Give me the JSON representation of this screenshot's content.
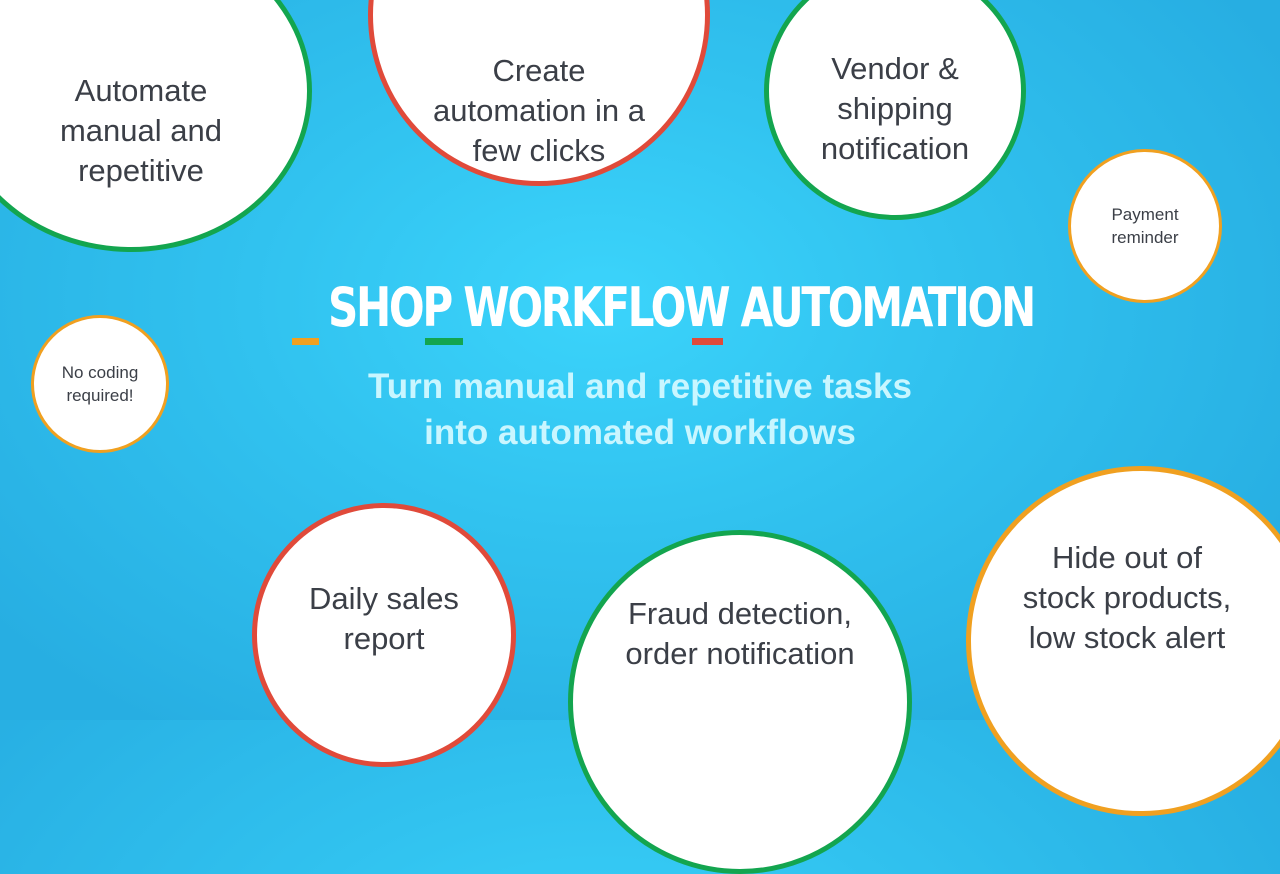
{
  "colors": {
    "green": "#13a54f",
    "red": "#e04a3a",
    "orange": "#f0a020",
    "text": "#3b3f47",
    "subtitle": "#c9f6ff",
    "background": "#31c2ef"
  },
  "header": {
    "title": "SHOP WORKFLOW AUTOMATION",
    "subtitle_line1": "Turn manual and repetitive tasks",
    "subtitle_line2": "into automated workflows"
  },
  "bubbles": {
    "automate": "Automate\nmanual and\nrepetitive",
    "create": "Create\nautomation in a\nfew clicks",
    "vendor": "Vendor &\nshipping\nnotification",
    "payment": "Payment\nreminder",
    "no_coding": "No coding\nrequired!",
    "daily_sales": "Daily sales\nreport",
    "fraud": "Fraud detection,\norder notification",
    "hide_stock": "Hide out of\nstock products,\nlow stock alert"
  }
}
